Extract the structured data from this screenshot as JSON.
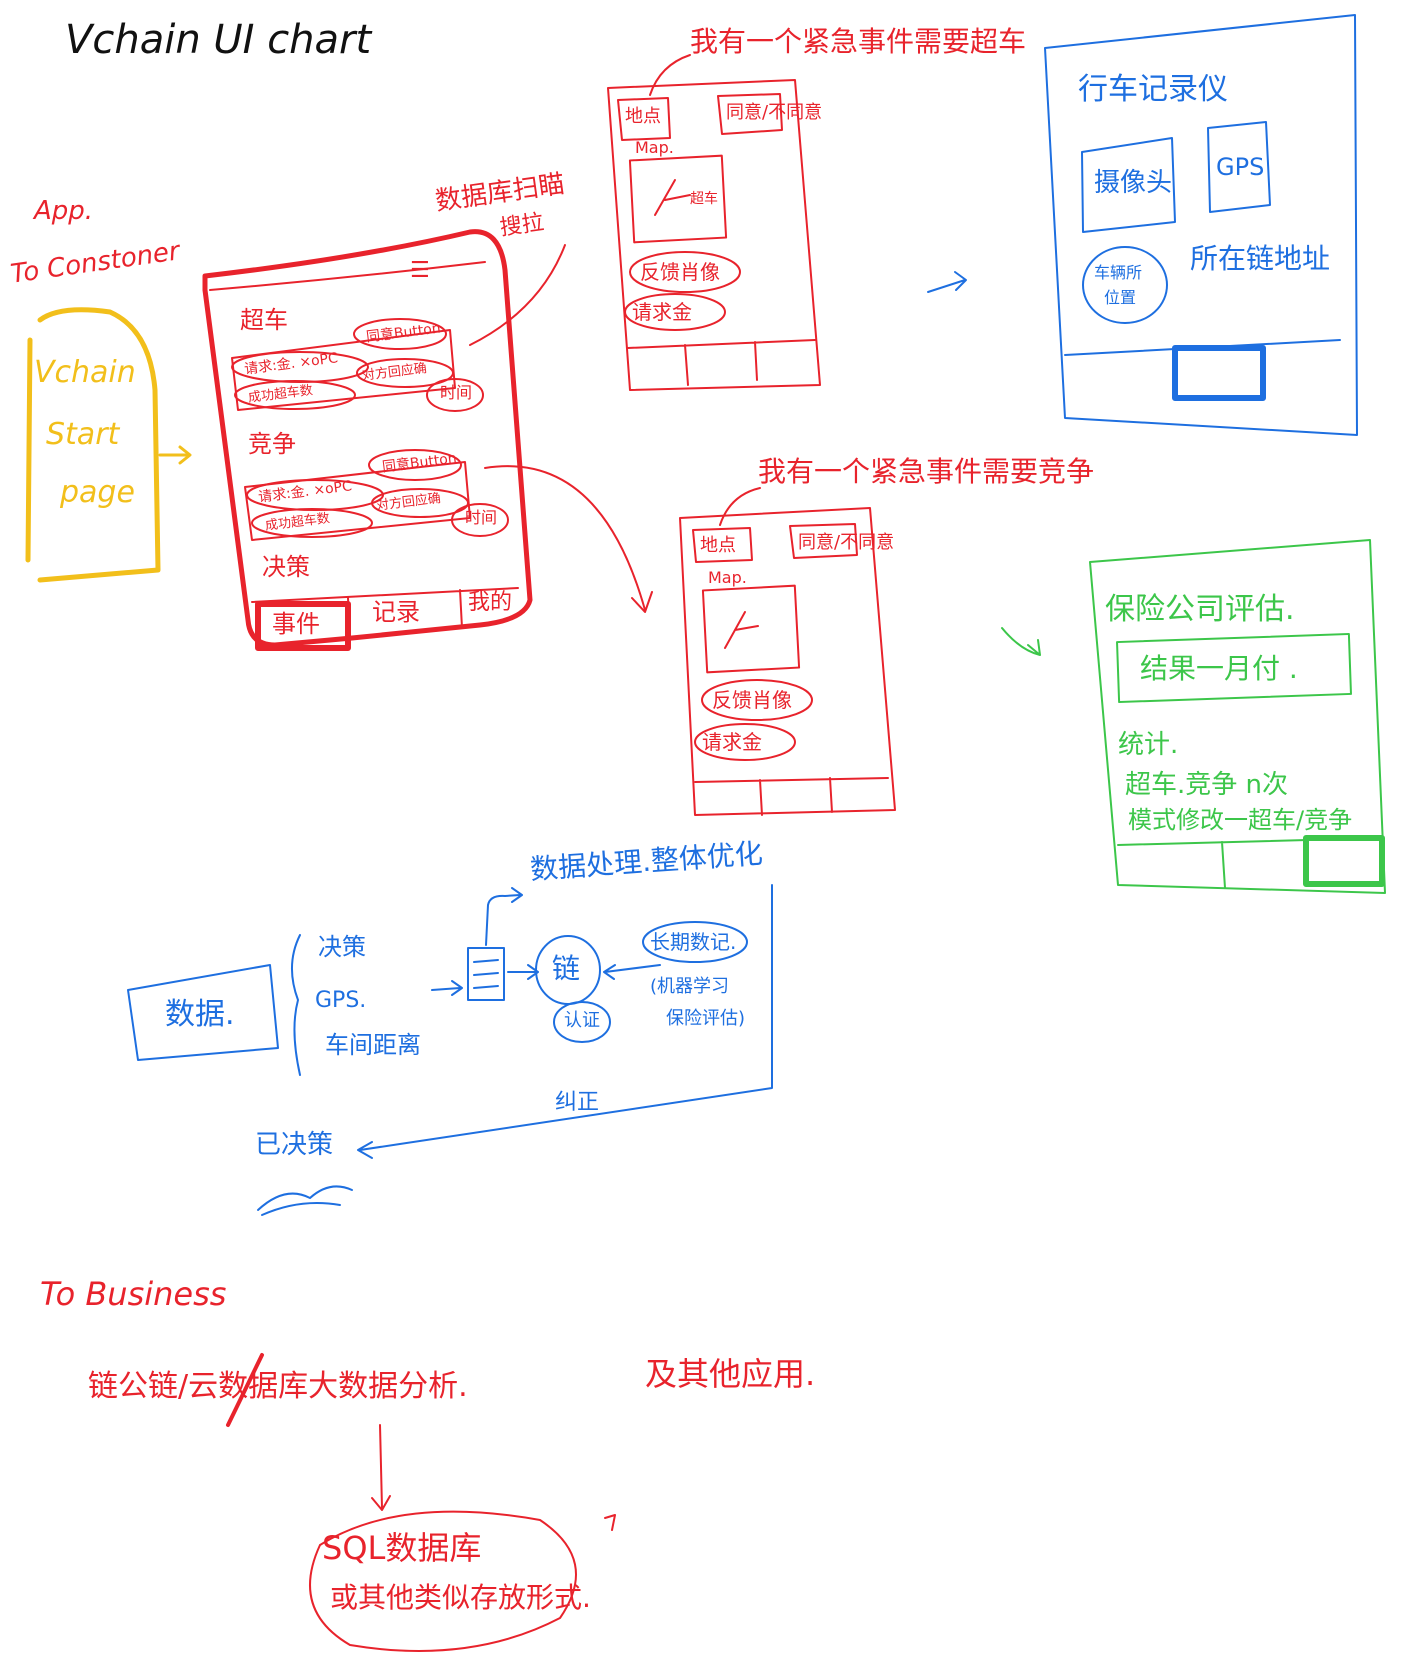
{
  "colors": {
    "ink_black": "#111111",
    "red": "#e8232c",
    "blue": "#1e6fe0",
    "green": "#3cc64a",
    "yellow": "#f2bf1b"
  },
  "title": "Vchain UI chart",
  "customer": {
    "heading_line1": "App.",
    "heading_line2": "To Constoner",
    "start_page": [
      "Vchain",
      "Start",
      "page"
    ]
  },
  "main_screen": {
    "menu_icon": "☰",
    "menu_note_line1": "数据库扫瞄",
    "menu_note_line2": "搜拉",
    "section1": {
      "title": "超车",
      "tag1": "请求:金. ×oPC",
      "tag2": "同意Button",
      "tag3": "成功超车数",
      "tag4": "对方回应确",
      "tag5": "时间"
    },
    "section2": {
      "title": "竞争",
      "tag1": "请求:金. ×oPC",
      "tag2": "同意Button",
      "tag3": "成功超车数",
      "tag4": "对方回应确",
      "tag5": "时间"
    },
    "section3_title": "决策",
    "bottom_tabs": [
      "事件",
      "记录",
      "我的"
    ]
  },
  "request_screens": [
    {
      "note": "我有一个紧急事件需要超车",
      "tab1": "地点",
      "tab2": "同意/不同意",
      "map_label": "Map.",
      "map_inner": "超车",
      "btn1": "反馈肖像",
      "btn2": "请求金"
    },
    {
      "note": "我有一个紧急事件需要竞争",
      "tab1": "地点",
      "tab2": "同意/不同意",
      "map_label": "Map.",
      "map_inner": "",
      "btn1": "反馈肖像",
      "btn2": "请求金"
    }
  ],
  "recorder_screen": {
    "title": "行车记录仪",
    "box1": "摄像头",
    "box2": "GPS",
    "circle_line1": "车辆所",
    "circle_line2": "位置",
    "chain_address": "所在链地址"
  },
  "insurance_screen": {
    "title": "保险公司评估.",
    "result": "结果一月付 .",
    "stats": "统计.",
    "line1": "超车.竞争 n次",
    "line2": "模式修改一超车/竞争"
  },
  "data_flow": {
    "top_note": "数据处理.整体优化",
    "data_box": "数据.",
    "list": [
      "决策",
      "GPS.",
      "车间距离"
    ],
    "chain": "链",
    "cert": "认证",
    "right_top": "长期数记.",
    "right_bottom_line1": "(机器学习",
    "right_bottom_line2": "保险评估)",
    "bottom_label": "纠正",
    "decided": "已决策"
  },
  "business": {
    "heading": "To Business",
    "line": "链公链/云数据库大数据分析.",
    "other": "及其他应用.",
    "sql_line1": "SQL数据库",
    "sql_line2": "或其他类似存放形式."
  }
}
